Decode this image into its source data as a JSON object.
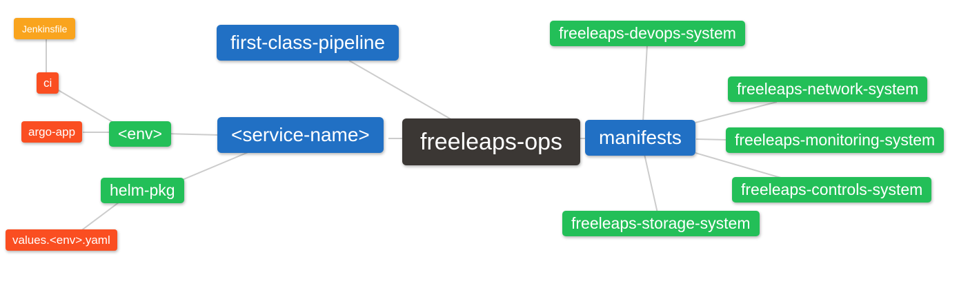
{
  "palette": {
    "root": "#3b3734",
    "level1": "#2170c4",
    "level2": "#23bf58",
    "level3": "#fa4e21",
    "level4": "#f9a41e",
    "edge": "#cccccc"
  },
  "nodes": {
    "freeleaps_ops": {
      "label": "freeleaps-ops"
    },
    "first_class_pipeline": {
      "label": "first-class-pipeline"
    },
    "service_name": {
      "label": "<service-name>"
    },
    "manifests": {
      "label": "manifests"
    },
    "env": {
      "label": "<env>"
    },
    "helm_pkg": {
      "label": "helm-pkg"
    },
    "ci": {
      "label": "ci"
    },
    "argo_app": {
      "label": "argo-app"
    },
    "jenkinsfile": {
      "label": "Jenkinsfile"
    },
    "values_env_yaml": {
      "label": "values.<env>.yaml"
    },
    "devops_system": {
      "label": "freeleaps-devops-system"
    },
    "network_system": {
      "label": "freeleaps-network-system"
    },
    "monitoring_system": {
      "label": "freeleaps-monitoring-system"
    },
    "controls_system": {
      "label": "freeleaps-controls-system"
    },
    "storage_system": {
      "label": "freeleaps-storage-system"
    }
  },
  "edges": [
    {
      "from": "jenkinsfile",
      "to": "ci"
    },
    {
      "from": "ci",
      "to": "env"
    },
    {
      "from": "argo_app",
      "to": "env"
    },
    {
      "from": "env",
      "to": "service_name"
    },
    {
      "from": "helm_pkg",
      "to": "service_name"
    },
    {
      "from": "values_env_yaml",
      "to": "helm_pkg"
    },
    {
      "from": "first_class_pipeline",
      "to": "freeleaps_ops"
    },
    {
      "from": "service_name",
      "to": "freeleaps_ops"
    },
    {
      "from": "manifests",
      "to": "freeleaps_ops"
    },
    {
      "from": "devops_system",
      "to": "manifests"
    },
    {
      "from": "network_system",
      "to": "manifests"
    },
    {
      "from": "monitoring_system",
      "to": "manifests"
    },
    {
      "from": "controls_system",
      "to": "manifests"
    },
    {
      "from": "storage_system",
      "to": "manifests"
    }
  ]
}
